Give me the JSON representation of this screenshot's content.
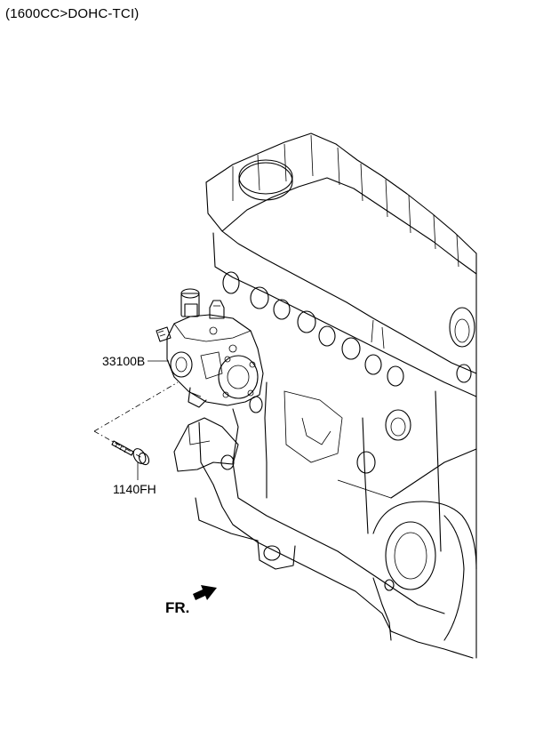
{
  "header": {
    "engine_spec": "(1600CC>DOHC-TCI)"
  },
  "callouts": {
    "pump": "33100B",
    "bolt": "1140FH"
  },
  "direction": {
    "label": "FR."
  },
  "icons": {
    "engine": "engine-block-drawing",
    "pump": "fuel-pump-drawing",
    "bolt": "flange-bolt-drawing",
    "arrow": "forward-arrow-icon"
  }
}
